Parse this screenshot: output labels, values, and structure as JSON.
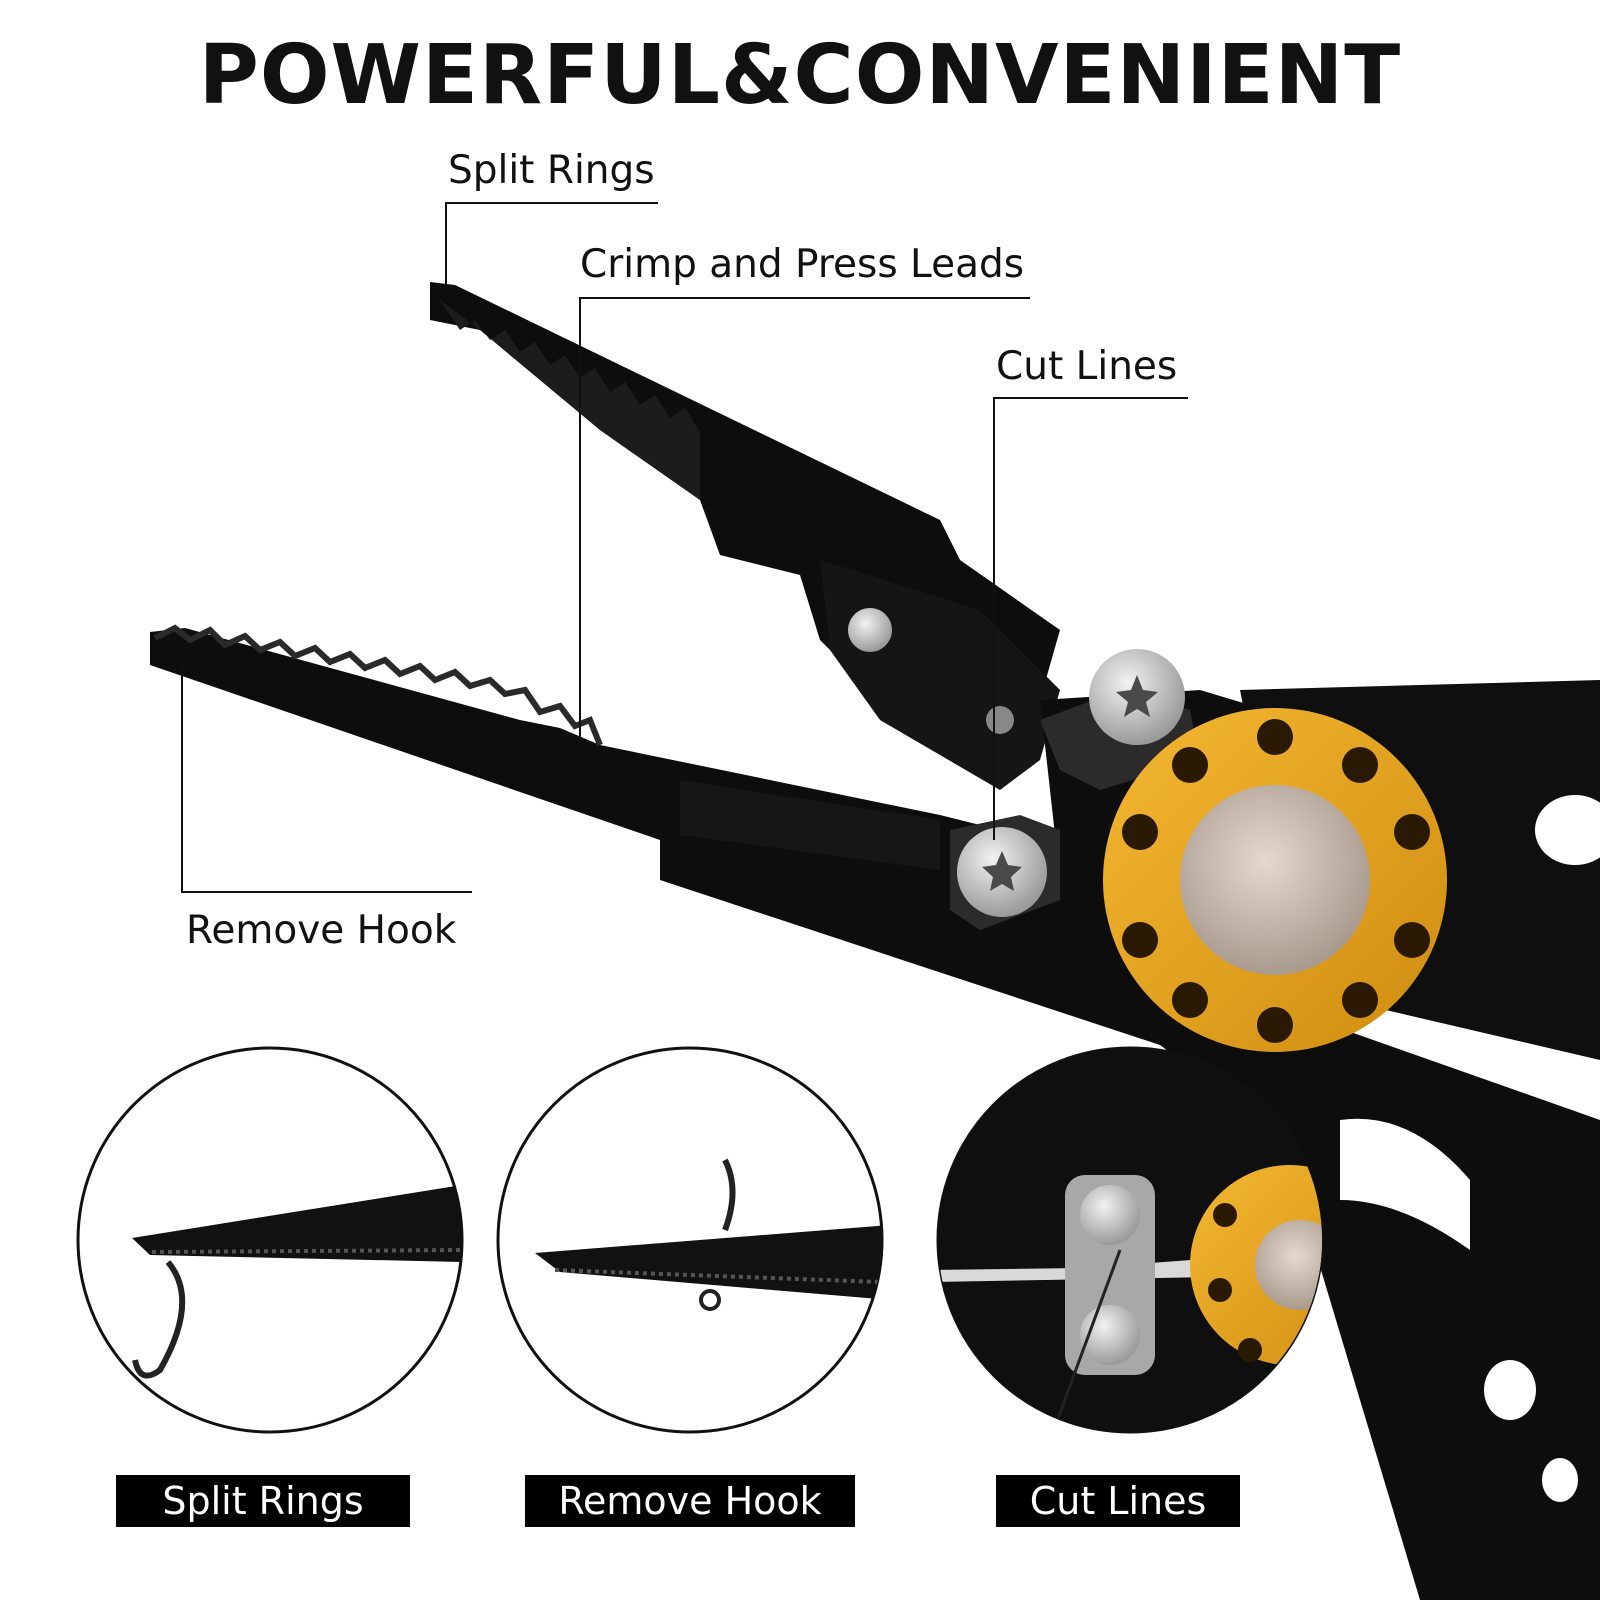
{
  "headline": "POWERFUL&CONVENIENT",
  "callouts": {
    "split_rings": "Split Rings",
    "crimp": "Crimp and Press Leads",
    "cut_lines": "Cut Lines",
    "remove_hook": "Remove Hook"
  },
  "detail_tags": {
    "split_rings": "Split Rings",
    "remove_hook": "Remove Hook",
    "cut_lines": "Cut Lines"
  },
  "colors": {
    "tool_body": "#0d0d0d",
    "pivot_ring": "#e8a317",
    "screw": "#c9c9c9",
    "label_bg": "#000000",
    "label_text": "#ffffff"
  }
}
